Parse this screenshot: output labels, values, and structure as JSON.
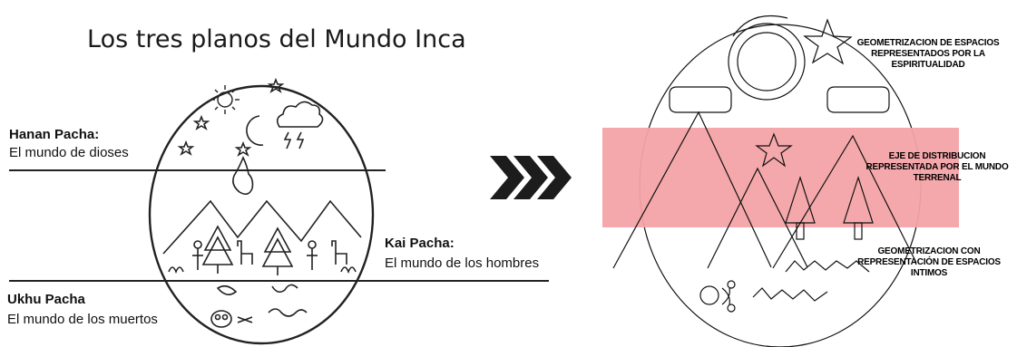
{
  "left_panel": {
    "title": "Los tres planos del Mundo Inca",
    "planes": [
      {
        "name": "Hanan Pacha:",
        "description": "El mundo de dioses"
      },
      {
        "name": "Kai Pacha:",
        "description": "El mundo de los hombres"
      },
      {
        "name": "Ukhu Pacha",
        "description": "El mundo de los muertos"
      }
    ]
  },
  "right_panel": {
    "annotations": [
      "GEOMETRIZACION DE ESPACIOS REPRESENTADOS POR LA ESPIRITUALIDAD",
      "EJE DE DISTRIBUCION REPRESENTADA POR EL MUNDO TERRENAL",
      "GEOMETRIZACION CON REPRESENTACIÓN DE ESPACIOS INTIMOS"
    ],
    "band_color": "#f4a3a6"
  },
  "arrow_icon": "triple-chevron-right-icon"
}
